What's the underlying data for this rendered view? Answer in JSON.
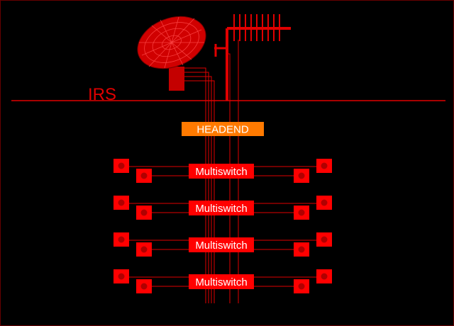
{
  "labels": {
    "irs": "IRS",
    "headend": "HEADEND",
    "multiswitch": "Multiswitch"
  },
  "colors": {
    "background": "#000000",
    "line": "#e00000",
    "box": "#ff0000",
    "headend": "#ff7a00",
    "dot": "#b00000",
    "text": "#ffffff"
  },
  "icons": {
    "dish": "satellite-dish-icon",
    "antenna": "yagi-antenna-icon",
    "outlet": "outlet-icon"
  },
  "multiswitches": [
    {
      "label": "Multiswitch"
    },
    {
      "label": "Multiswitch"
    },
    {
      "label": "Multiswitch"
    },
    {
      "label": "Multiswitch"
    }
  ]
}
